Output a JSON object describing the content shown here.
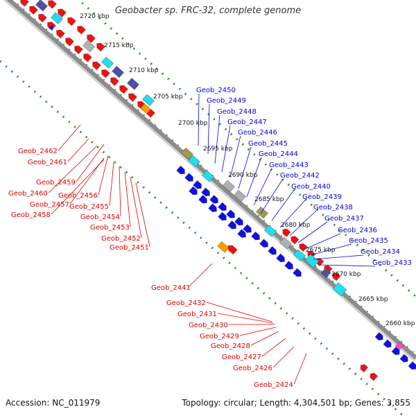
{
  "title": "Geobacter sp. FRC-32, complete genome",
  "accession": "Accession: NC_011979",
  "summary": "Topology: circular; Length: 4,304,501 bp; Genes: 3,855",
  "colors": {
    "backbone": "#8c8c8c",
    "tick_dots": "#2a8a2a",
    "forward_label": "#0000dd",
    "reverse_label": "#dd0000",
    "forward_gene": "#1010e0",
    "reverse_gene": "#ee1111",
    "rna": "#22ddee",
    "pseudo": "#b0b0b0",
    "misc_purple": "#5050a0",
    "misc_olive": "#a09a50"
  },
  "ruler_ticks": [
    "2720 kbp",
    "2715 kbp",
    "2710 kbp",
    "2705 kbp",
    "2700 kbp",
    "2695 kbp",
    "2690 kbp",
    "2685 kbp",
    "2680 kbp",
    "2675 kbp",
    "2670 kbp",
    "2665 kbp",
    "2660 kbp"
  ],
  "forward_labels": [
    "Geob_2450",
    "Geob_2449",
    "Geob_2448",
    "Geob_2447",
    "Geob_2446",
    "Geob_2445",
    "Geob_2444",
    "Geob_2443",
    "Geob_2442",
    "Geob_2440",
    "Geob_2439",
    "Geob_2438",
    "Geob_2437",
    "Geob_2436",
    "Geob_2435",
    "Geob_2434",
    "Geob_2433"
  ],
  "reverse_labels_upper": [
    "Geob_2462",
    "Geob_2461",
    "Geob_2459",
    "Geob_2460",
    "Geob_2456",
    "Geob_2457",
    "Geob_2455",
    "Geob_2458",
    "Geob_2454",
    "Geob_2453",
    "Geob_2452",
    "Geob_2451"
  ],
  "reverse_label_mid": "Geob_2441",
  "reverse_labels_lower": [
    "Geob_2432",
    "Geob_2431",
    "Geob_2430",
    "Geob_2429",
    "Geob_2428",
    "Geob_2427",
    "Geob_2426",
    "Geob_2424"
  ]
}
